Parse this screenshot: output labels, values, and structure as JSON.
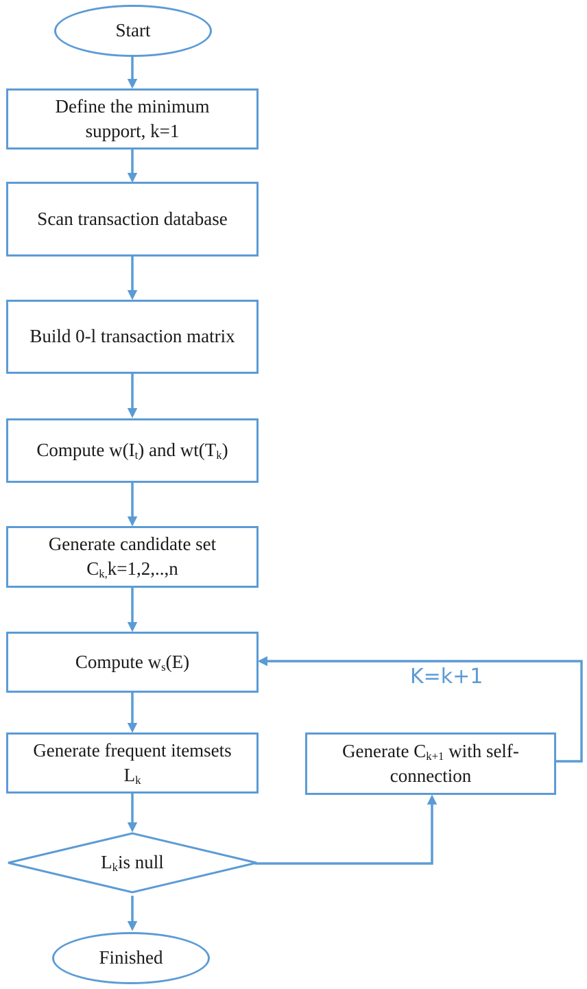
{
  "diagram": {
    "start": "Start",
    "step1": {
      "line1": "Define the minimum",
      "line2": "support, k=1"
    },
    "step2": "Scan transaction database",
    "step3": "Build 0-l transaction matrix",
    "step4": {
      "p1": "Compute w(I",
      "s1": "t",
      "p2": ") and wt(T",
      "s2": "k",
      "p3": ")"
    },
    "step5": {
      "line1": "Generate candidate set",
      "p1": "C",
      "s1": "k,",
      "p2": "k=1,2,..,n"
    },
    "step6": {
      "p1": "Compute w",
      "s1": "s",
      "p2": "(E)"
    },
    "step7": {
      "line1": "Generate frequent itemsets",
      "p1": "L",
      "s1": "k"
    },
    "decision": {
      "p1": "L",
      "s1": "k",
      "p2": "is null"
    },
    "side": {
      "p1": "Generate C",
      "s1": "k+1",
      "p2": " with self-",
      "line2": "connection"
    },
    "loop_label": "K=k+1",
    "end": "Finished"
  },
  "colors": {
    "accent": "#5b9bd5",
    "text": "#1a1a1a"
  }
}
